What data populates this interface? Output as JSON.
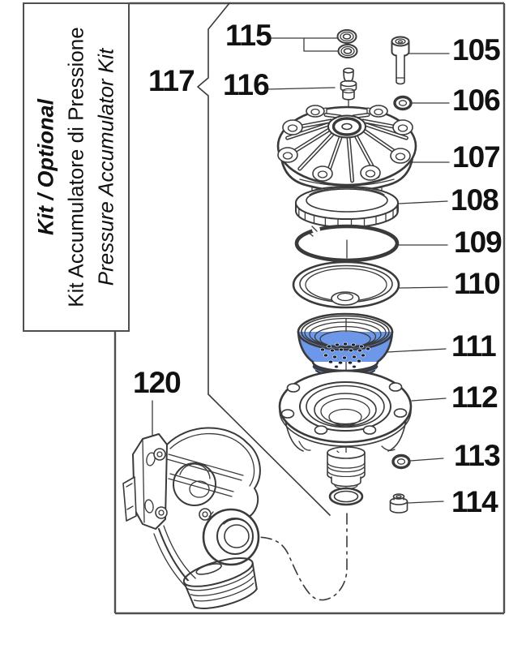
{
  "kit_label": {
    "title": "Kit / Optional",
    "subtitle_it": "Kit Accumulatore di Pressione",
    "subtitle_en": "Pressure Accumulator Kit"
  },
  "part_numbers": {
    "p105": "105",
    "p106": "106",
    "p107": "107",
    "p108": "108",
    "p109": "109",
    "p110": "110",
    "p111": "111",
    "p112": "112",
    "p113": "113",
    "p114": "114",
    "p115": "115",
    "p116": "116",
    "p117": "117",
    "p120": "120"
  },
  "colors": {
    "line": "#3a3a3a",
    "frame": "#4f4f4f",
    "text": "#111111",
    "highlight_blue": "#6d97e8",
    "highlight_blue_dark": "#5b83cf"
  }
}
